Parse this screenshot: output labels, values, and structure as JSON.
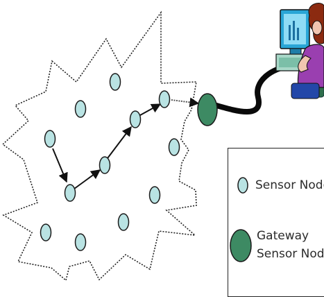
{
  "legend": {
    "sensor_node_label": "Sensor Node",
    "gateway_label_line1": "Gateway",
    "gateway_label_line2": "Sensor Node"
  },
  "colors": {
    "sensor_fill": "#b9e3e3",
    "gateway_fill": "#3d8a63",
    "outline": "#1a1a1a",
    "cable": "#0a0a0a"
  },
  "icons": [
    "computer-user-icon"
  ]
}
